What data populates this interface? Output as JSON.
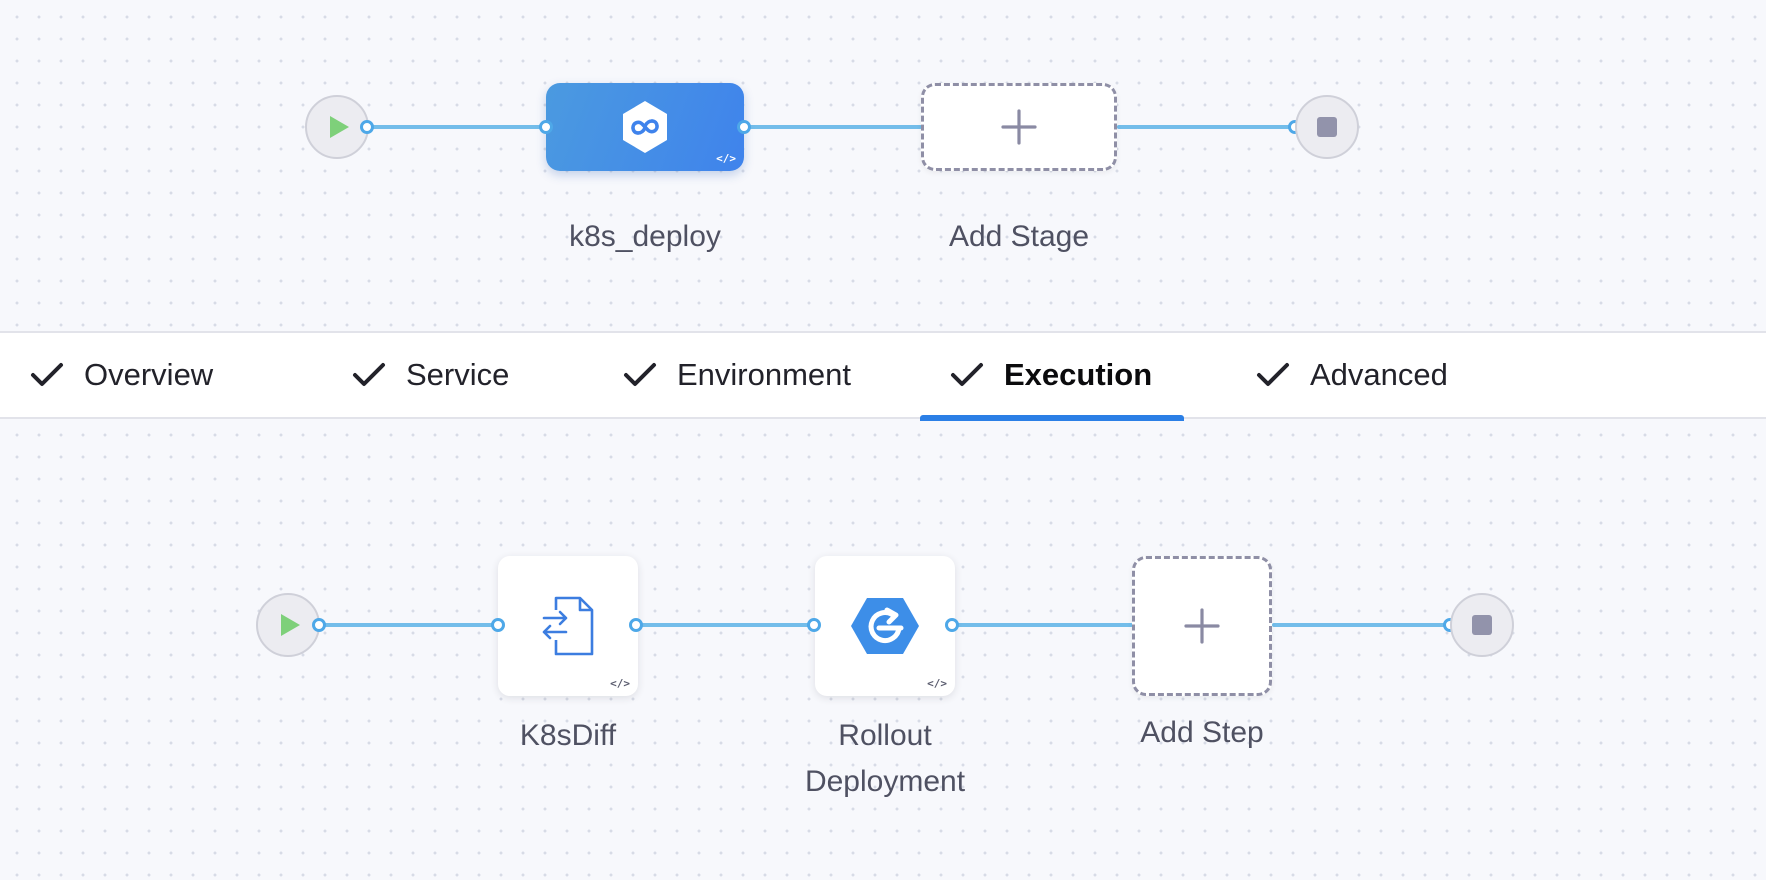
{
  "stage_pipeline": {
    "stages": [
      {
        "label": "k8s_deploy",
        "icon": "deploy-stage-icon"
      }
    ],
    "add_stage_label": "Add Stage"
  },
  "tabs": [
    {
      "label": "Overview",
      "completed": true,
      "active": false
    },
    {
      "label": "Service",
      "completed": true,
      "active": false
    },
    {
      "label": "Environment",
      "completed": true,
      "active": false
    },
    {
      "label": "Execution",
      "completed": true,
      "active": true
    },
    {
      "label": "Advanced",
      "completed": true,
      "active": false
    }
  ],
  "execution_pipeline": {
    "steps": [
      {
        "label": "K8sDiff",
        "icon": "k8s-diff-icon"
      },
      {
        "label_line1": "Rollout",
        "label_line2": "Deployment",
        "icon": "rollout-deployment-icon"
      }
    ],
    "add_step_label": "Add Step"
  },
  "colors": {
    "connector": "#73bdea",
    "stage_node": "#3f83ec",
    "active_tab_indicator": "#2b7fe6",
    "start_play": "#7ed07a",
    "stop_square": "#9293ab"
  }
}
